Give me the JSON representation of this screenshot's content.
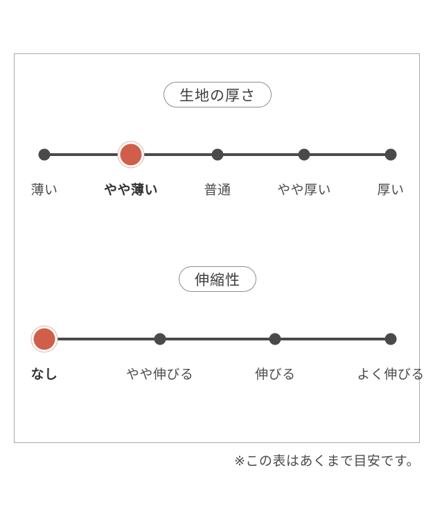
{
  "panel": {
    "border_color": "#a9a9a9",
    "background": "#ffffff"
  },
  "colors": {
    "active_dot": "#cf5f4a",
    "active_ring": "#e0b3a8",
    "inactive_dot": "#4a4a4a",
    "track": "#4a4a4a",
    "badge_border": "#8c8c8c",
    "text": "#4b4b4b"
  },
  "charts": [
    {
      "id": "thickness",
      "badge": "生地の厚さ",
      "labels": [
        "薄い",
        "やや薄い",
        "普通",
        "やや厚い",
        "厚い"
      ],
      "active_index": 1
    },
    {
      "id": "stretch",
      "badge": "伸縮性",
      "labels": [
        "なし",
        "やや伸びる",
        "伸びる",
        "よく伸びる"
      ],
      "active_index": 0
    }
  ],
  "footnote": "※この表はあくまで目安です。",
  "chart_data": [
    {
      "type": "bar",
      "title": "生地の厚さ",
      "xlabel": "",
      "ylabel": "",
      "categories": [
        "薄い",
        "やや薄い",
        "普通",
        "やや厚い",
        "厚い"
      ],
      "values": [
        0,
        1,
        0,
        0,
        0
      ],
      "selected": "やや薄い",
      "selected_index": 1,
      "scale_min": 1,
      "scale_max": 5,
      "selected_value": 2,
      "grid": false,
      "legend": "none",
      "annotations": [
        "※この表はあくまで目安です。"
      ]
    },
    {
      "type": "bar",
      "title": "伸縮性",
      "xlabel": "",
      "ylabel": "",
      "categories": [
        "なし",
        "やや伸びる",
        "伸びる",
        "よく伸びる"
      ],
      "values": [
        1,
        0,
        0,
        0
      ],
      "selected": "なし",
      "selected_index": 0,
      "scale_min": 1,
      "scale_max": 4,
      "selected_value": 1,
      "grid": false,
      "legend": "none",
      "annotations": [
        "※この表はあくまで目安です。"
      ]
    }
  ]
}
